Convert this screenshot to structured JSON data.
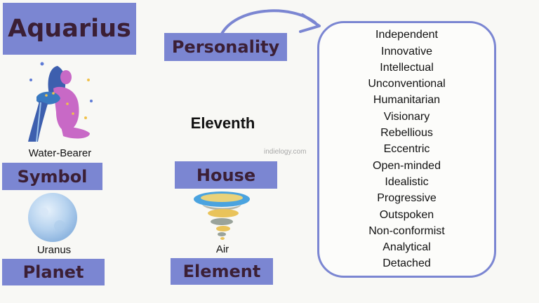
{
  "title": "Aquarius",
  "personality_label": "Personality",
  "traits": [
    "Independent",
    "Innovative",
    "Intellectual",
    "Unconventional",
    "Humanitarian",
    "Visionary",
    "Rebellious",
    "Eccentric",
    "Open-minded",
    "Idealistic",
    "Progressive",
    "Outspoken",
    "Non-conformist",
    "Analytical",
    "Detached"
  ],
  "symbol": {
    "value": "Water-Bearer",
    "label": "Symbol"
  },
  "house": {
    "value": "Eleventh",
    "label": "House"
  },
  "planet": {
    "value": "Uranus",
    "label": "Planet"
  },
  "element": {
    "value": "Air",
    "label": "Element"
  },
  "watermark": "indielogy.com",
  "colors": {
    "box": "#7b86d2",
    "box_text": "#3b1f35",
    "background": "#f8f8f5"
  },
  "icons": [
    "water-bearer-illustration",
    "uranus-planet-illustration",
    "air-tornado-illustration",
    "arrow-icon"
  ]
}
